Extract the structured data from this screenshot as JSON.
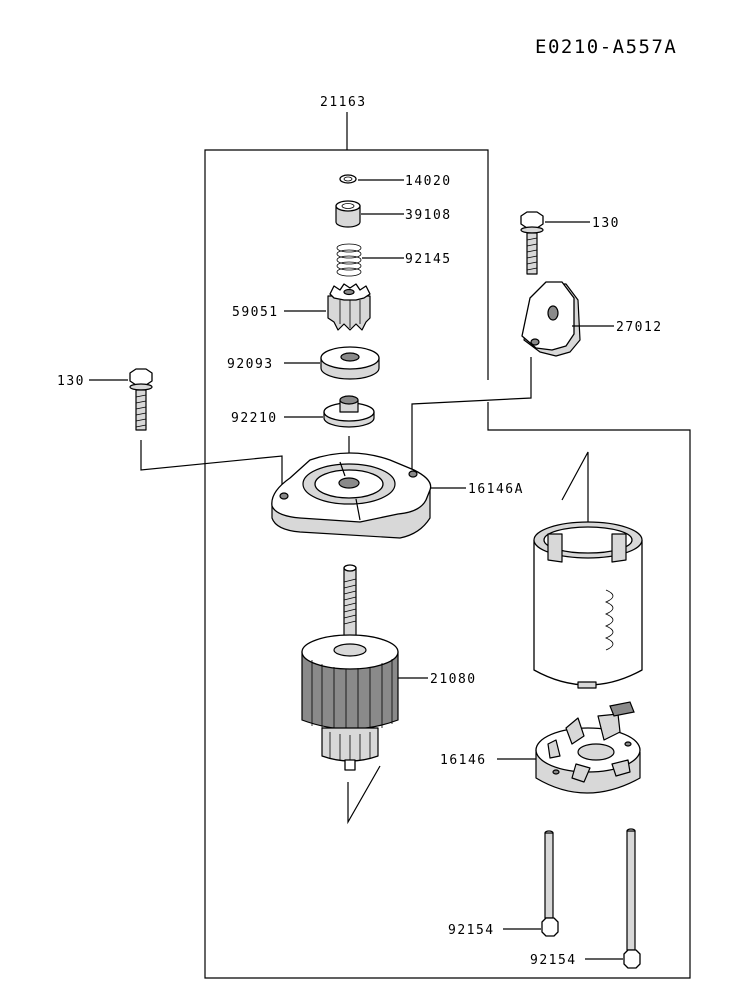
{
  "diagram_code": "E0210-A557A",
  "labels": {
    "assembly": "21163",
    "retaining_ring": "14020",
    "stop_collar": "39108",
    "spring": "92145",
    "pinion_gear": "59051",
    "washer": "92093",
    "nut": "92210",
    "bolt_right": "130",
    "bracket": "27012",
    "bolt_left": "130",
    "front_cover": "16146A",
    "armature": "21080",
    "rear_cover": "16146",
    "through_bolt_1": "92154",
    "through_bolt_2": "92154"
  }
}
